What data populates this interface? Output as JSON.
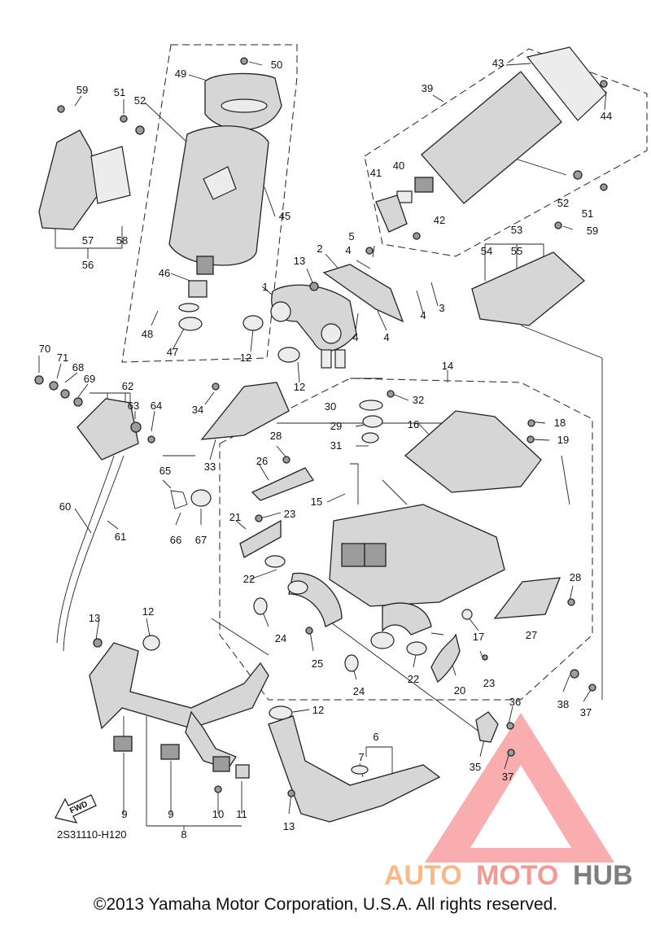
{
  "callouts": [
    "1",
    "2",
    "3",
    "4",
    "4",
    "4",
    "4",
    "5",
    "6",
    "7",
    "8",
    "9",
    "9",
    "10",
    "11",
    "12",
    "12",
    "12",
    "12",
    "13",
    "13",
    "13",
    "14",
    "15",
    "16",
    "17",
    "18",
    "19",
    "20",
    "21",
    "22",
    "22",
    "23",
    "23",
    "24",
    "24",
    "25",
    "26",
    "27",
    "28",
    "28",
    "29",
    "30",
    "31",
    "32",
    "33",
    "34",
    "35",
    "36",
    "37",
    "37",
    "38",
    "39",
    "40",
    "41",
    "42",
    "43",
    "44",
    "45",
    "46",
    "47",
    "48",
    "49",
    "50",
    "51",
    "51",
    "52",
    "52",
    "53",
    "54",
    "55",
    "56",
    "57",
    "58",
    "59",
    "59",
    "60",
    "61",
    "62",
    "63",
    "64",
    "65",
    "66",
    "67",
    "68",
    "69",
    "70",
    "71"
  ],
  "diagram_code": "2S31110-H120",
  "fwd_label": "FWD",
  "watermark": {
    "part1": "AUTO",
    "part2": "MOTO",
    "part3": "HUB",
    "triangle_color": "#f26b6b"
  },
  "copyright": "©2013 Yamaha Motor Corporation, U.S.A. All rights reserved."
}
